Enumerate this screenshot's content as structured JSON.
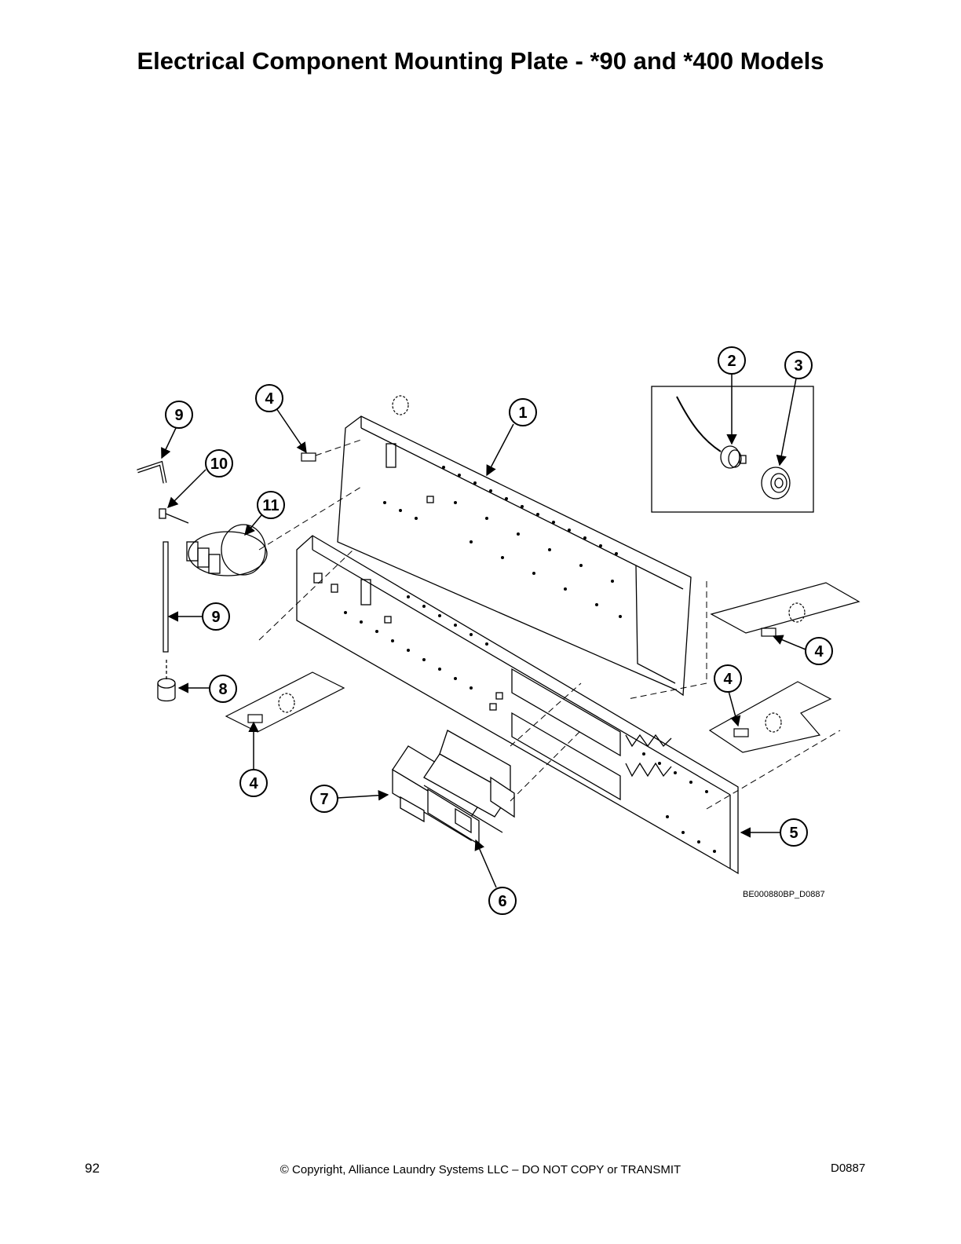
{
  "title": "Electrical Component Mounting Plate - *90 and *400 Models",
  "callouts": [
    "1",
    "2",
    "3",
    "4",
    "4",
    "4",
    "4",
    "5",
    "6",
    "7",
    "8",
    "9",
    "9",
    "10",
    "11"
  ],
  "drawing_code": "BE000880BP_D0887",
  "footer": {
    "page_number": "92",
    "copyright": "© Copyright, Alliance Laundry Systems LLC – DO NOT COPY or TRANSMIT",
    "doc_code": "D0887"
  }
}
